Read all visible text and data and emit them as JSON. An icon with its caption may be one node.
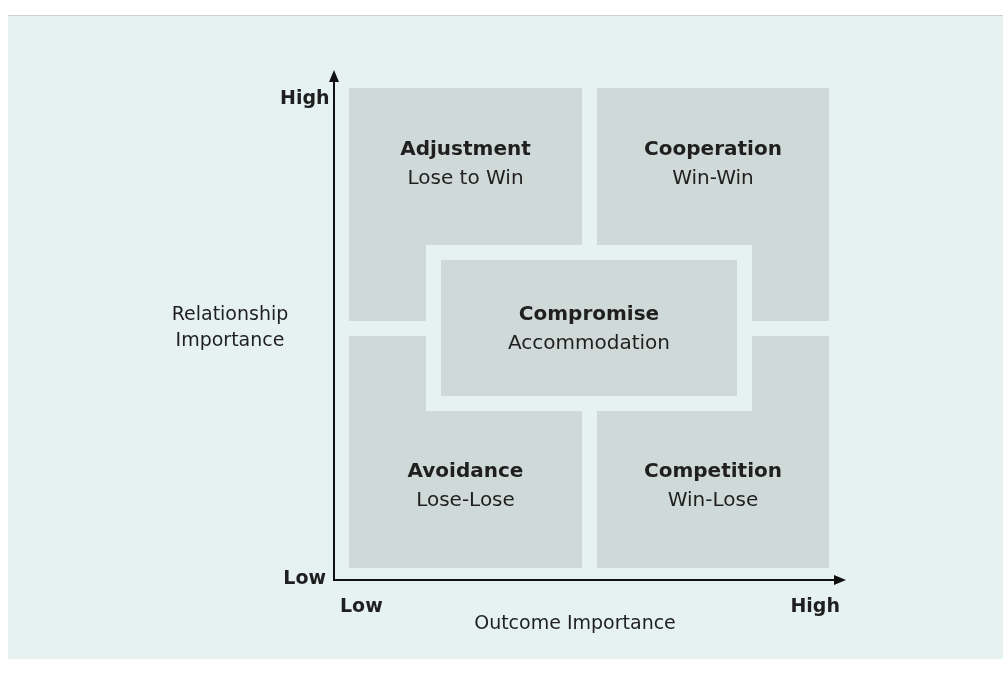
{
  "diagram": {
    "nodes": [
      {
        "text": [
          "Adjustment",
          "Lose to Win"
        ]
      },
      {
        "text": [
          "Cooperation",
          "Win-Win"
        ]
      },
      {
        "text": [
          "Compromise",
          "Accommodation"
        ]
      },
      {
        "text": [
          "Avoidance",
          "Lose-Lose"
        ]
      },
      {
        "text": [
          "Competition",
          "Win-Lose"
        ]
      }
    ],
    "edges": [],
    "labels": [
      "High",
      "Relationship Importance",
      "Low",
      "Low",
      "High",
      "Outcome Importance"
    ]
  }
}
